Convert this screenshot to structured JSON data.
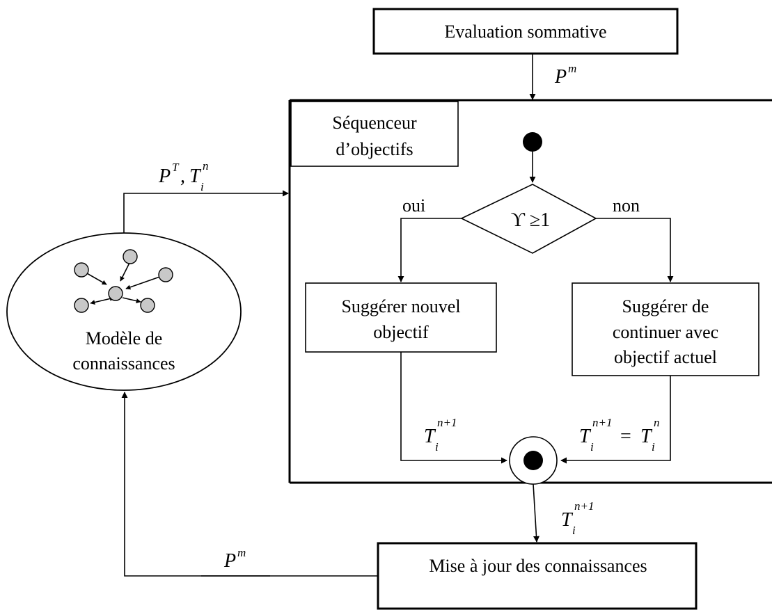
{
  "diagram": {
    "eval_box": "Evaluation sommative",
    "seq_title": "Séquenceur d'objectifs",
    "seq_line1": "Séquenceur",
    "seq_line2": "d’objectifs",
    "decision": "ϒ ≥1",
    "yes": "oui",
    "no": "non",
    "suggest_new_1": "Suggérer nouvel",
    "suggest_new_2": "objectif",
    "suggest_cont_1": "Suggérer de",
    "suggest_cont_2": "continuer avec",
    "suggest_cont_3": "objectif actuel",
    "knowledge_1": "Modèle de",
    "knowledge_2": "connaissances",
    "update_box": "Mise à jour des connaissances",
    "math": {
      "P": "P",
      "m": "m",
      "T_sup": "T",
      "comma": ",",
      "Tcap": "T",
      "i": "i",
      "n": "n",
      "n1": "n+1",
      "eq": "="
    }
  }
}
